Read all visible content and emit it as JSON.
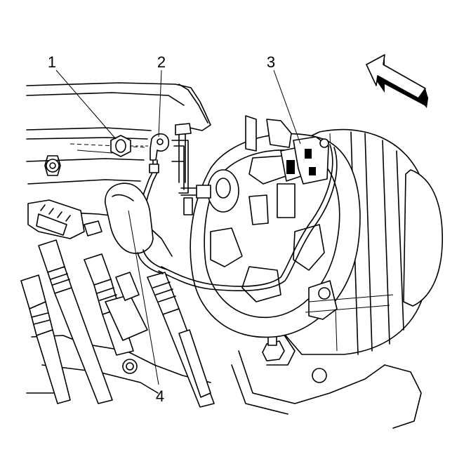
{
  "diagram": {
    "callouts": [
      {
        "id": "1",
        "label": "1"
      },
      {
        "id": "2",
        "label": "2"
      },
      {
        "id": "3",
        "label": "3"
      },
      {
        "id": "4",
        "label": "4"
      }
    ],
    "direction_arrow": "arrow-up-left-icon"
  }
}
